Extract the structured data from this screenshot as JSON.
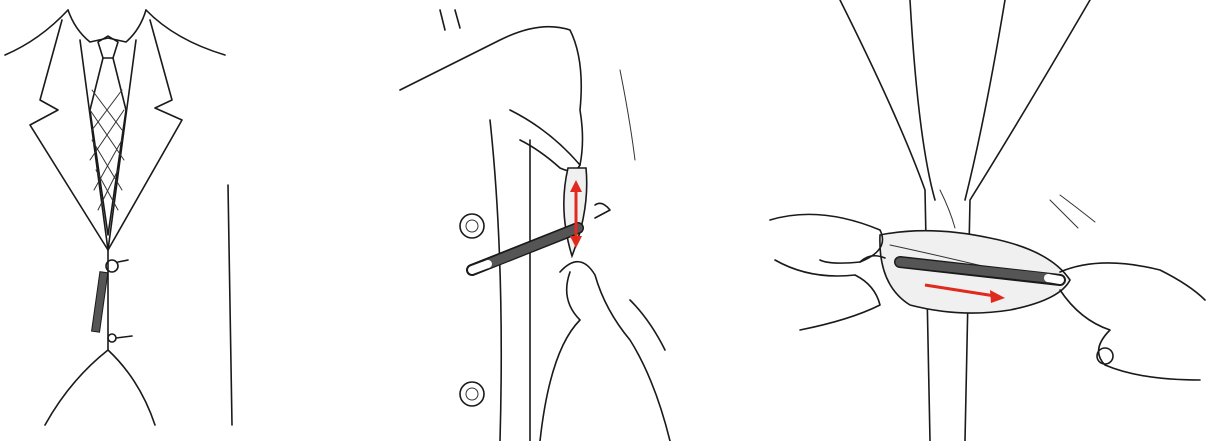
{
  "steps": [
    {
      "id": 1,
      "subject": "suit-jacket-with-tie-and-pocket-square-stick"
    },
    {
      "id": 2,
      "subject": "hands-pinching-fabric-loop-to-adjust-stick"
    },
    {
      "id": 3,
      "subject": "hands-sliding-stick-through-pocket-square"
    }
  ],
  "colors": {
    "line": "#1a1a1a",
    "stick": "#555555",
    "stick_tip": "#ffffff",
    "arrow": "#e02a1e",
    "fabric_shade": "#f0f0f0"
  },
  "icons": [
    "vertical-double-arrow-icon",
    "right-arrow-icon"
  ]
}
